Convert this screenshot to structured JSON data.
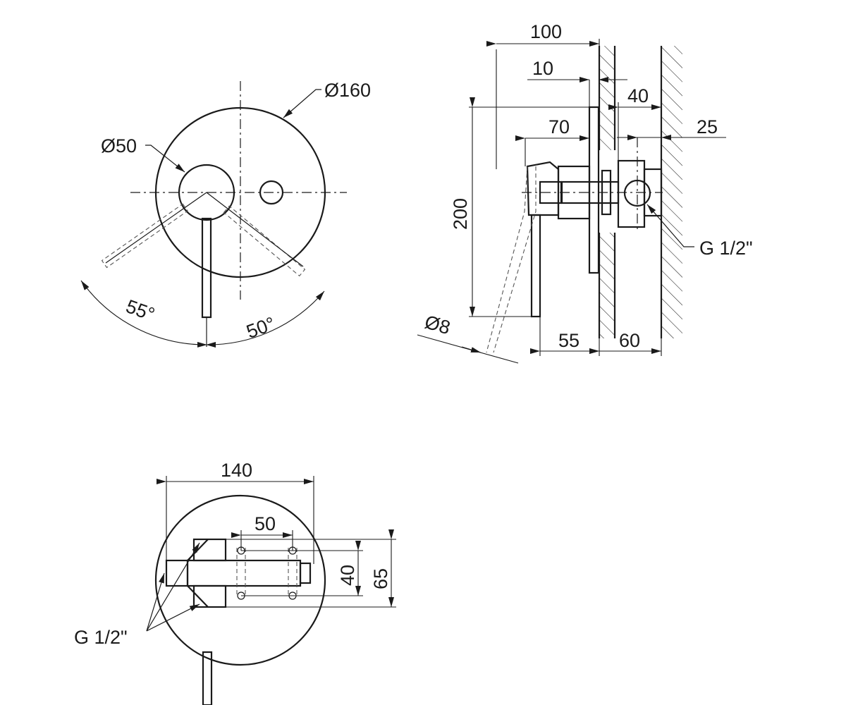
{
  "front_view": {
    "plate_diameter": "Ø160",
    "handle_diameter": "Ø50",
    "angle_left": "55°",
    "angle_right": "50°"
  },
  "side_view": {
    "depth_total": "100",
    "plate_thickness": "10",
    "gap": "40",
    "inlet_offset": "25",
    "lever_reach": "70",
    "plate_height": "200",
    "lever_diameter": "Ø8",
    "body_depth": "55",
    "wall_depth": "60",
    "thread": "G 1/2\""
  },
  "top_view": {
    "width": "140",
    "pitch": "50",
    "body_height": "40",
    "flange_height": "65",
    "thread": "G 1/2\""
  }
}
